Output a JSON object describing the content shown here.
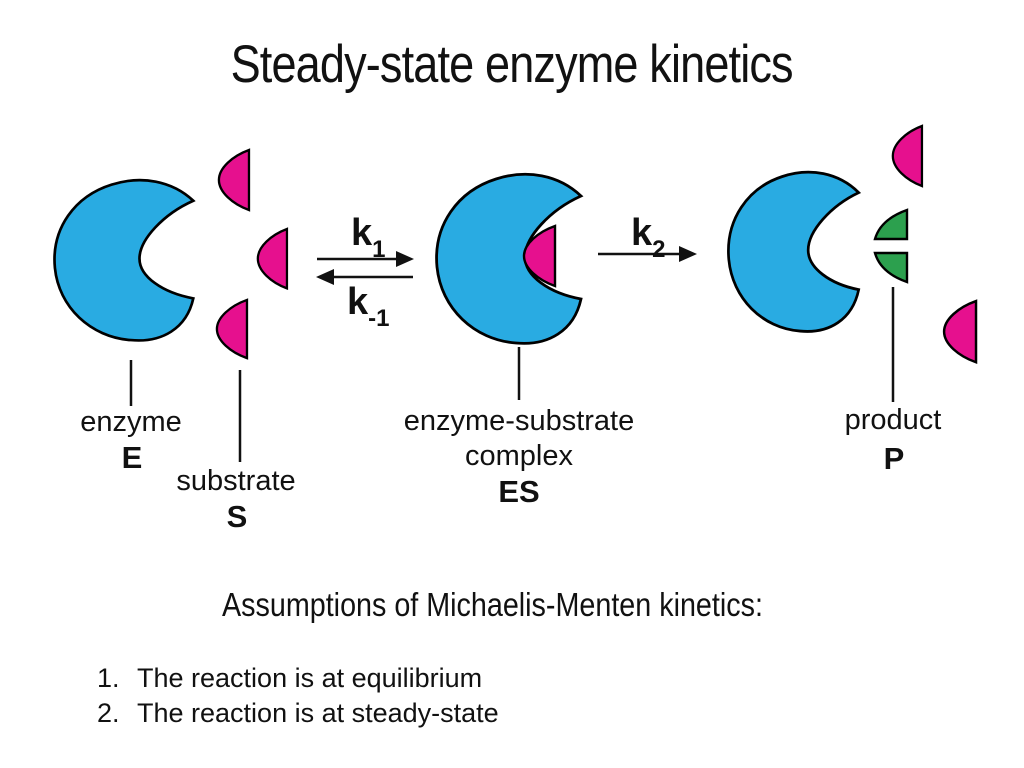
{
  "slide": {
    "title": "Steady-state enzyme kinetics"
  },
  "colors": {
    "enzyme_blue": "#29ABE2",
    "substrate_pink": "#E6108E",
    "product_green": "#2CA04E",
    "outline": "#000000"
  },
  "diagram": {
    "rate_constants": {
      "k1": {
        "base": "k",
        "sub": "1"
      },
      "k_minus_1": {
        "base": "k",
        "sub": "-1"
      },
      "k2": {
        "base": "k",
        "sub": "2"
      }
    },
    "labels": {
      "enzyme": {
        "name": "enzyme",
        "symbol": "E"
      },
      "substrate": {
        "name": "substrate",
        "symbol": "S"
      },
      "complex": {
        "line1": "enzyme-substrate",
        "line2": "complex",
        "symbol": "ES"
      },
      "product": {
        "name": "product",
        "symbol": "P"
      }
    }
  },
  "assumptions": {
    "heading": "Assumptions of Michaelis-Menten kinetics:",
    "items": [
      {
        "number": "1.",
        "text": "The reaction is at equilibrium"
      },
      {
        "number": "2.",
        "text": "The reaction is at steady-state"
      }
    ]
  }
}
